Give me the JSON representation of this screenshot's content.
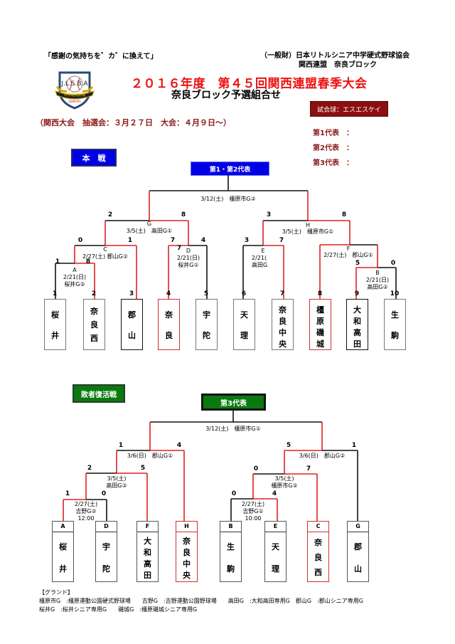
{
  "header": {
    "slogan": "「感謝の気持ちを゛カ゛に換えて」",
    "org_line1": "（一般財）日本リトルシニア中学硬式野球協会",
    "org_line2": "関西連盟　奈良ブロック",
    "title": "２０１６年度　第４５回関西連盟春季大会",
    "subtitle": "奈良ブロック予選組合せ",
    "match_ball": "試合球：エスエスケイ",
    "kansai_info": "（関西大会　抽選会：３月２７日　大会：４月９日～）",
    "representatives": [
      "第1代表　：",
      "第2代表　：",
      "第3代表　："
    ],
    "logo": {
      "text": "J.L.S.B.A",
      "banner": "中学硬式野球",
      "bottom": "SENIORS",
      "icon": "baseball-shield-logo"
    }
  },
  "main": {
    "section_label": "本　戦",
    "final_label": "第1・第2代表",
    "final_info": "3/12(土)　橿原市G②",
    "teams": [
      {
        "no": "1",
        "name": [
          "桜",
          "井"
        ],
        "style": "grey"
      },
      {
        "no": "2",
        "name": [
          "奈",
          "良",
          "西"
        ],
        "style": "grey"
      },
      {
        "no": "3",
        "name": [
          "郡",
          "山"
        ],
        "style": "black"
      },
      {
        "no": "4",
        "name": [
          "奈",
          "良"
        ],
        "style": "red"
      },
      {
        "no": "5",
        "name": [
          "宇",
          "陀"
        ],
        "style": "grey"
      },
      {
        "no": "6",
        "name": [
          "天",
          "理"
        ],
        "style": "grey"
      },
      {
        "no": "7",
        "name": [
          "奈",
          "良",
          "中",
          "央"
        ],
        "style": "grey"
      },
      {
        "no": "8",
        "name": [
          "橿",
          "原",
          "磯",
          "城"
        ],
        "style": "red"
      },
      {
        "no": "9",
        "name": [
          "大",
          "和",
          "高",
          "田"
        ],
        "style": "black"
      },
      {
        "no": "10",
        "name": [
          "生",
          "駒"
        ],
        "style": "grey"
      }
    ],
    "matches": {
      "A": {
        "id": "A",
        "date": "2/21(日)",
        "venue": "桜井G②",
        "score_left": "1",
        "score_right": "8"
      },
      "B": {
        "id": "B",
        "date": "2/21(日)",
        "venue": "高田G②",
        "score_left": "5",
        "score_right": "0"
      },
      "C": {
        "id": "C",
        "info": "2/27(土) 郡山G②",
        "score_left": "0",
        "score_right": "1"
      },
      "D": {
        "id": "D",
        "date": "2/21(日)",
        "venue": "桜井G①",
        "score_left": "7",
        "score_right": "4",
        "extra": "7"
      },
      "E": {
        "id": "E",
        "date": "2/21(土)",
        "venue": "高田G①",
        "score_left": "3",
        "score_right": "7"
      },
      "F": {
        "id": "F",
        "info": "2/27(土)　郡山G①"
      },
      "G": {
        "id": "G",
        "info": "3/5(土)　高田G①",
        "score_left": "2",
        "score_right": "8"
      },
      "H": {
        "id": "H",
        "info": "3/5(土)　橿原市G①",
        "score_left": "3",
        "score_right": "8"
      }
    }
  },
  "repechage": {
    "section_label": "敗者復活戦",
    "final_label": "第3代表",
    "final_info": "3/12(土)　橿原市G①",
    "teams": [
      {
        "slot": "A",
        "name": [
          "桜",
          "井"
        ],
        "style": "grey"
      },
      {
        "slot": "D",
        "name": [
          "宇",
          "陀"
        ],
        "style": "grey"
      },
      {
        "slot": "F",
        "name": [
          "大",
          "和",
          "高",
          "田"
        ],
        "style": "grey"
      },
      {
        "slot": "H",
        "name": [
          "奈",
          "良",
          "中",
          "央"
        ],
        "style": "red"
      },
      {
        "slot": "B",
        "name": [
          "生",
          "駒"
        ],
        "style": "grey"
      },
      {
        "slot": "E",
        "name": [
          "天",
          "理"
        ],
        "style": "grey"
      },
      {
        "slot": "C",
        "name": [
          "奈",
          "良",
          "西"
        ],
        "style": "red"
      },
      {
        "slot": "G",
        "name": [
          "郡",
          "山"
        ],
        "style": "grey"
      }
    ],
    "matches": {
      "L1": {
        "date": "2/27(土)",
        "venue": "吉野G②",
        "time": "12:00",
        "score_left": "1",
        "score_right": "0"
      },
      "L2": {
        "date": "3/5(土)",
        "venue": "高田G②",
        "score_left": "2",
        "score_right": "5"
      },
      "L3": {
        "info": "3/6(日)　郡山G①",
        "score_left": "1",
        "score_right": "4"
      },
      "R1": {
        "date": "2/27(土)",
        "venue": "吉野G①",
        "time": "10:00",
        "score_left": "0",
        "score_right": "4"
      },
      "R2": {
        "date": "3/5(土)",
        "venue": "橿原市G②",
        "score_left": "0",
        "score_right": "7"
      },
      "R3": {
        "info": "3/6(日)　郡山G②",
        "score_left": "5",
        "score_right": "1"
      }
    }
  },
  "grounds": {
    "heading": "【グランド】",
    "line1": "橿原市G　:橿原運動公園硬式野球場　　吉野G　:吉野運動公園野球場　　高田G　:大和高田専用G　郡山G　:郡山シニア専用G",
    "line2": "桜井G　:桜井シニア専用G　　磯城G　:橿原磯城シニア専用G"
  },
  "colors": {
    "win_line": "#dd2222",
    "line": "#111111",
    "main_tag": "#0000e6",
    "repechage_tag": "#0a7a10",
    "ball_box": "#8b1010",
    "title": "#ee1111"
  }
}
